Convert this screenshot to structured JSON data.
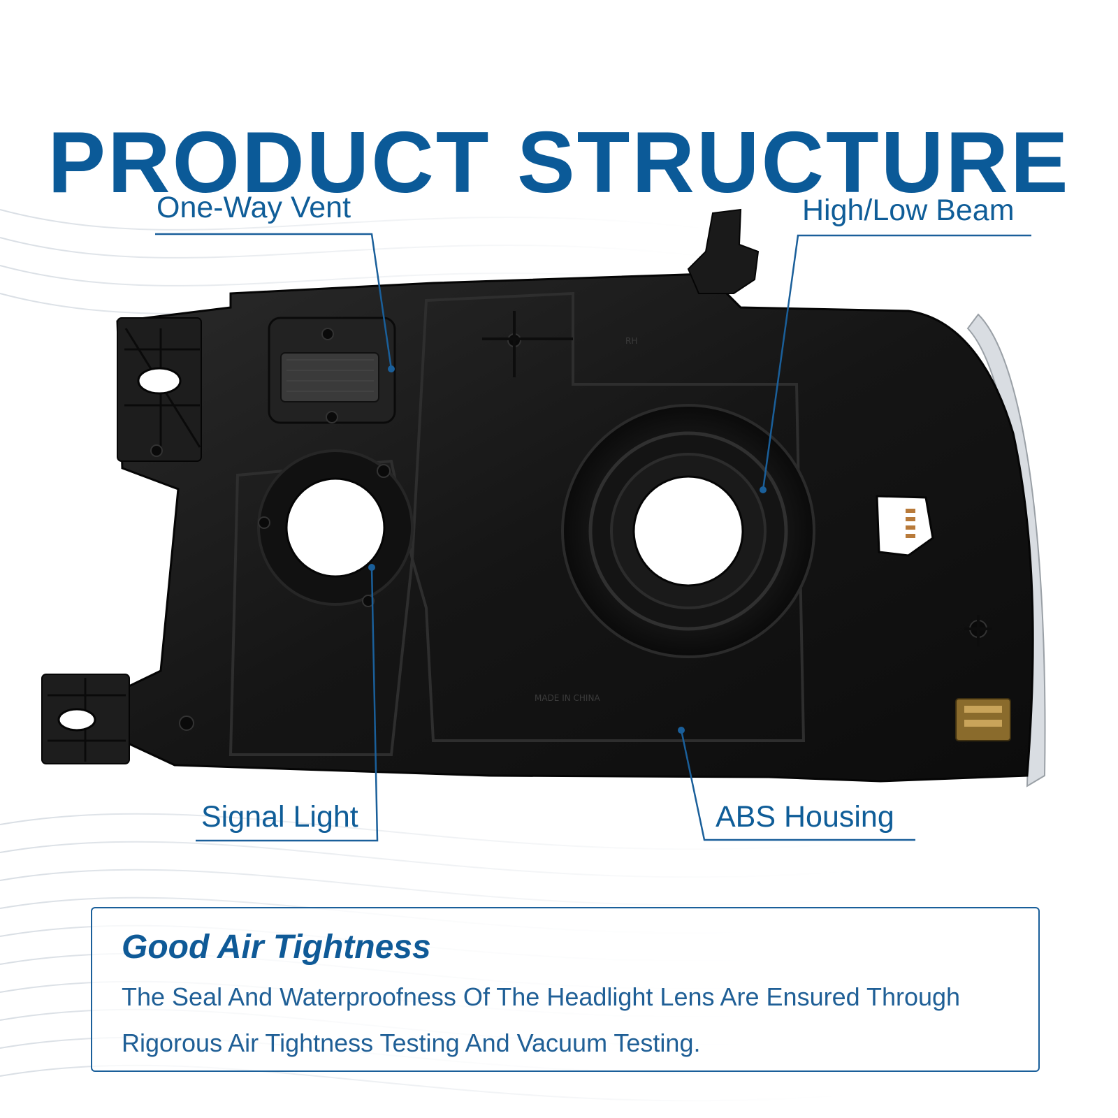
{
  "header": {
    "title": "PRODUCT STRUCTURE"
  },
  "labels": {
    "vent": "One-Way Vent",
    "beam": "High/Low Beam",
    "signal": "Signal Light",
    "housing": "ABS Housing"
  },
  "feature": {
    "title": "Good Air Tightness",
    "description": "The Seal And Waterproofness Of The Headlight Lens Are Ensured Through Rigorous Air Tightness Testing And Vacuum Testing."
  },
  "colors": {
    "brand_blue": "#0b5a98",
    "housing_black": "#151515",
    "background": "#ffffff"
  }
}
